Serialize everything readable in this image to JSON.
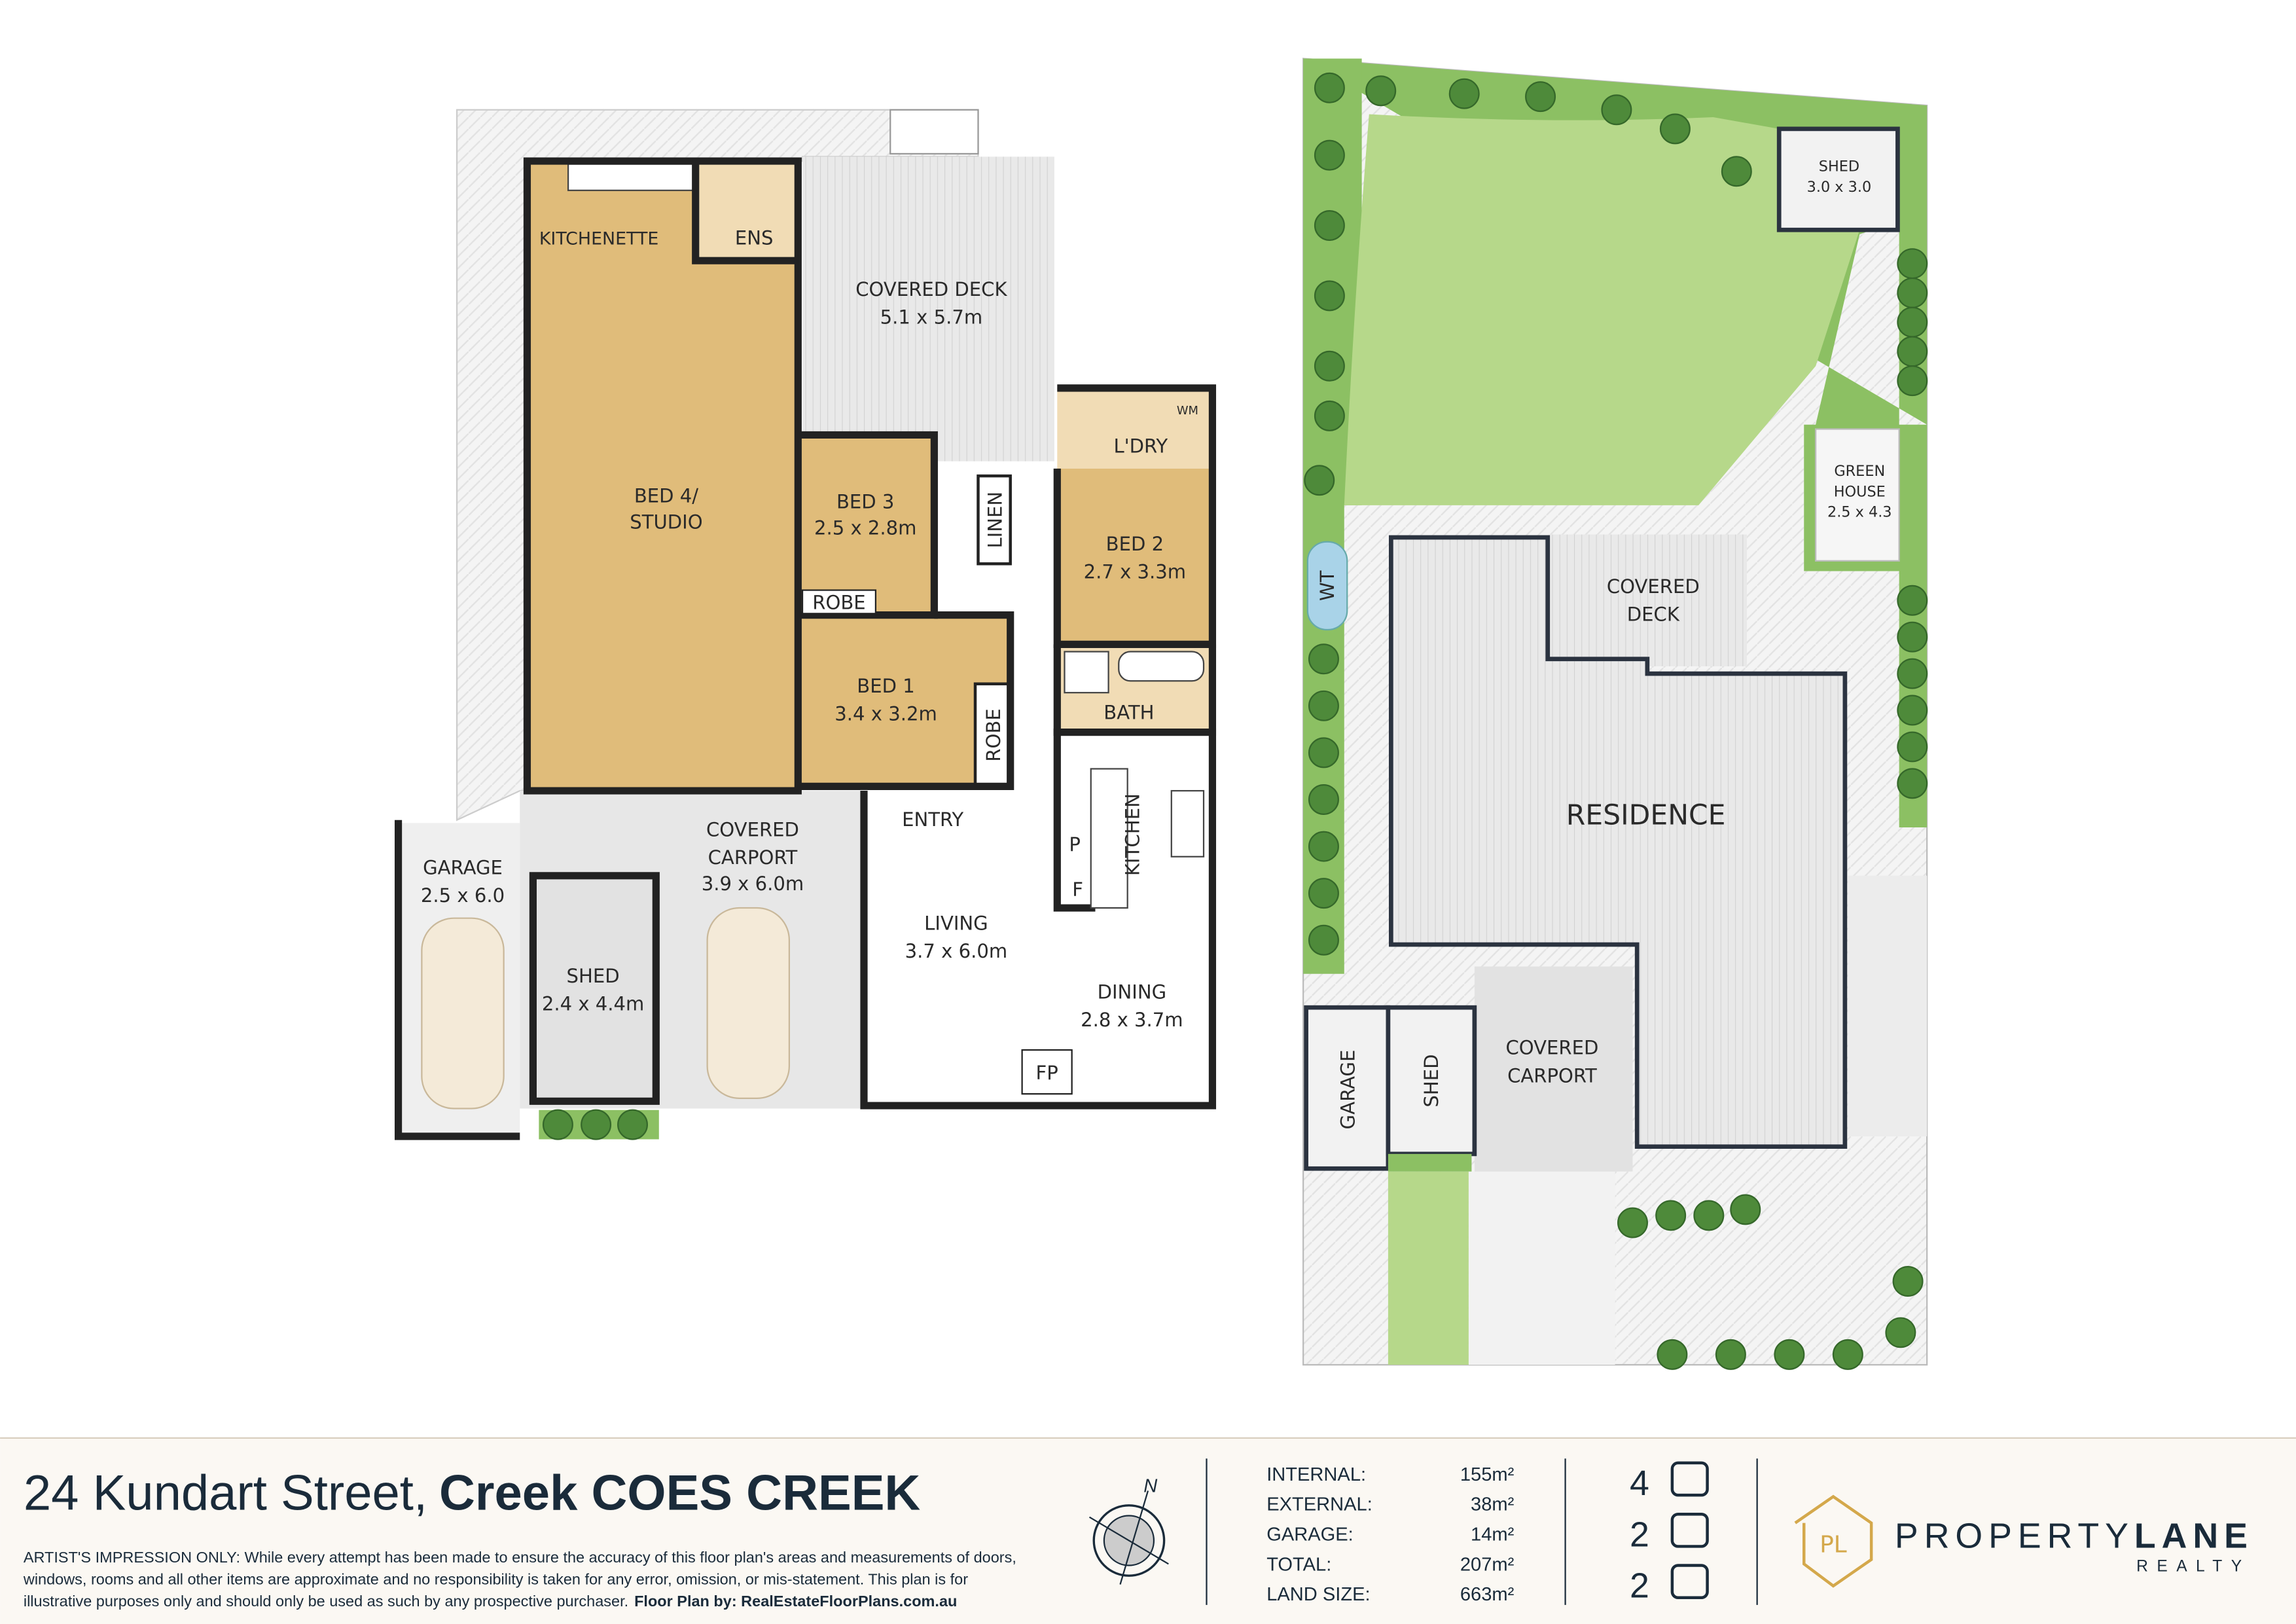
{
  "floorplan": {
    "rooms": {
      "kitchenette": "KITCHENETTE",
      "ens": "ENS",
      "covered_deck": "COVERED DECK",
      "covered_deck_size": "5.1 x 5.7m",
      "bed4": "BED 4/",
      "bed4b": "STUDIO",
      "bed3": "BED 3",
      "bed3_size": "2.5 x 2.8m",
      "robe": "ROBE",
      "linen": "LINEN",
      "ldry": "L'DRY",
      "wm": "WM",
      "bed2": "BED 2",
      "bed2_size": "2.7 x 3.3m",
      "bed1": "BED 1",
      "bed1_size": "3.4 x 3.2m",
      "robe2": "ROBE",
      "bath": "BATH",
      "entry": "ENTRY",
      "kitchen": "KITCHEN",
      "p": "P",
      "f": "F",
      "carport": "COVERED",
      "carport2": "CARPORT",
      "carport_size": "3.9 x 6.0m",
      "garage": "GARAGE",
      "garage_size": "2.5 x 6.0",
      "shed": "SHED",
      "shed_size": "2.4 x 4.4m",
      "living": "LIVING",
      "living_size": "3.7 x 6.0m",
      "dining": "DINING",
      "dining_size": "2.8 x 3.7m",
      "fp": "FP"
    }
  },
  "siteplan": {
    "shed": "SHED",
    "shed_size": "3.0 x 3.0",
    "greenhouse1": "GREEN",
    "greenhouse2": "HOUSE",
    "greenhouse_size": "2.5 x 4.3",
    "wt": "WT",
    "covered_deck1": "COVERED",
    "covered_deck2": "DECK",
    "residence": "RESIDENCE",
    "garage": "GARAGE",
    "shed2": "SHED",
    "carport1": "COVERED",
    "carport2": "CARPORT"
  },
  "footer": {
    "address_light": "24 Kundart Street,",
    "address_bold": "Creek COES CREEK",
    "disclaimer1": "ARTIST'S IMPRESSION ONLY: While every attempt has been made to ensure the accuracy of this floor plan's areas and measurements of doors,",
    "disclaimer2": "windows, rooms and all other items are approximate and no responsibility is taken for any error, omission, or mis-statement. This plan is for",
    "disclaimer3": "illustrative purposes only and should only be used as such by any prospective purchaser.",
    "credit": "Floor Plan by: RealEstateFloorPlans.com.au",
    "compass_n": "N",
    "areas": [
      {
        "label": "INTERNAL:",
        "value": "155m²"
      },
      {
        "label": "EXTERNAL:",
        "value": "38m²"
      },
      {
        "label": "GARAGE:",
        "value": "14m²"
      },
      {
        "label": "TOTAL:",
        "value": "207m²"
      },
      {
        "label": "LAND SIZE:",
        "value": "663m²"
      }
    ],
    "features": [
      {
        "count": "4",
        "icon": "bed-icon"
      },
      {
        "count": "2",
        "icon": "bath-icon"
      },
      {
        "count": "2",
        "icon": "car-icon"
      }
    ],
    "brand1": "PROPERTY",
    "brand2": "LANE",
    "brand3": "REALTY",
    "logo_letters": "PL",
    "colors": {
      "gold": "#d4a84b",
      "navy": "#1a2b3a",
      "tan": "#e0bc7a",
      "grass": "#b6d88a"
    }
  }
}
